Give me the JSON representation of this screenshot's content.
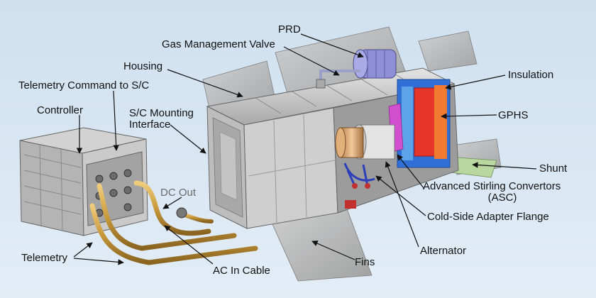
{
  "labels": {
    "prd": "PRD",
    "gas_management_valve": "Gas Management Valve",
    "housing": "Housing",
    "telemetry_command": "Telemetry Command to S/C",
    "controller": "Controller",
    "sc_mounting_line1": "S/C Mounting",
    "sc_mounting_line2": "Interface",
    "insulation": "Insulation",
    "gphs": "GPHS",
    "shunt": "Shunt",
    "asc_line1": "Advanced Stirling Convertors",
    "asc_line2": "(ASC)",
    "cold_side_adapter_flange": "Cold-Side Adapter Flange",
    "dc_out": "DC Out",
    "telemetry": "Telemetry",
    "alternator": "Alternator",
    "ac_in_cable": "AC In Cable",
    "fins": "Fins"
  },
  "colors": {
    "background": "#d4e3f1",
    "leader": "#111111",
    "metal": "#c8c8c8",
    "metal_dark": "#8a8a8a",
    "cable": "#c99a3c",
    "insulation_blue": "#2f6fd6",
    "gphs_red": "#e8352a",
    "gphs_orange": "#f07a30",
    "alternator_gold": "#d9a36a"
  }
}
